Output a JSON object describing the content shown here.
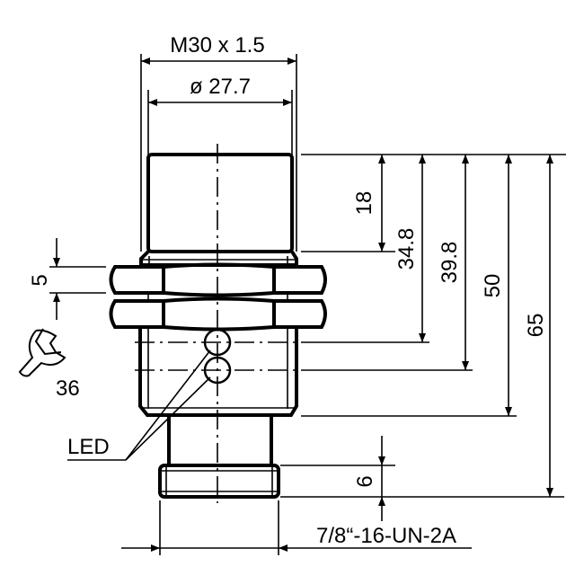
{
  "title": "Inductive sensor M30 dimensional drawing",
  "labels": {
    "thread": "M30 x 1.5",
    "diameter": "ø 27.7",
    "nut_height": "5",
    "wrench_size": "36",
    "led": "LED",
    "connector_thread": "7/8“-16-UN-2A",
    "connector_length": "6",
    "dims": [
      "18",
      "34.8",
      "39.8",
      "50",
      "65"
    ]
  },
  "icons": {
    "wrench": "wrench-icon"
  },
  "colors": {
    "line": "#000000",
    "background": "#ffffff"
  }
}
